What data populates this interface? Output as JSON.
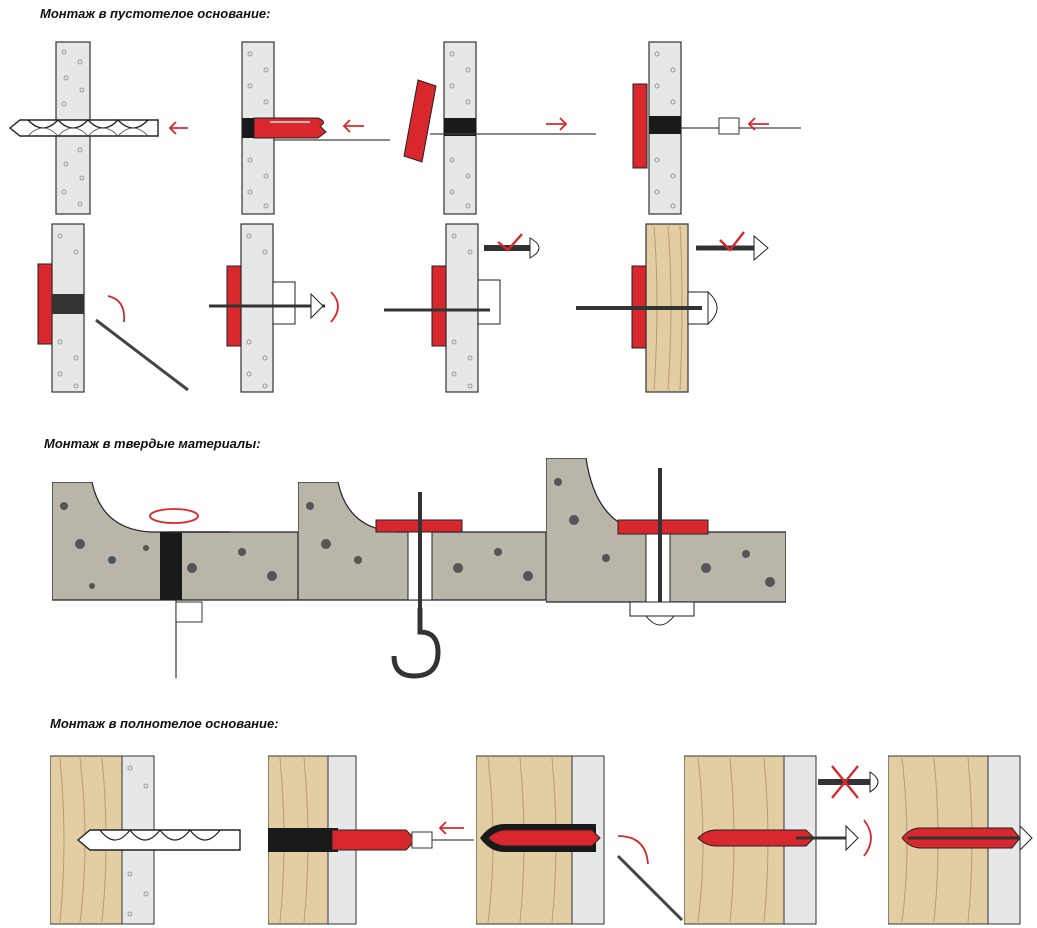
{
  "sections": [
    {
      "title": "Монтаж в пустотелое основание:"
    },
    {
      "title": "Монтаж в твердые материалы:"
    },
    {
      "title": "Монтаж в полнотелое основание:"
    }
  ],
  "colors": {
    "anchor_red": "#d8282e",
    "board": "#e6e7e7",
    "board_dot": "#9a9a9a",
    "wood": "#e3cea4",
    "wood_grain": "#b99c6c",
    "concrete": "#b9b5a9",
    "black": "#1a1a1a",
    "arrow": "#d8282e"
  },
  "icons": [
    "drill-bit-icon",
    "anchor-icon",
    "screw-icon",
    "bolt-icon",
    "hook-icon",
    "rotate-arrow-icon",
    "check-mark-icon",
    "cross-mark-icon",
    "push-arrow-icon"
  ]
}
